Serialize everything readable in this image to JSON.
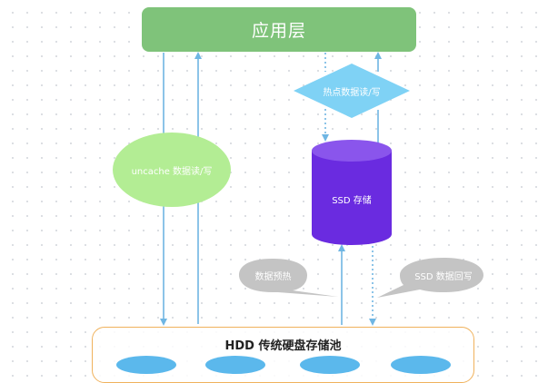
{
  "app_layer": {
    "label": "应用层",
    "color": "#7fc37a"
  },
  "hot_data": {
    "label": "热点数据读/写",
    "color": "#7fd2f5"
  },
  "uncache": {
    "label": "uncache 数据读/写",
    "color": "#b3ed94"
  },
  "ssd": {
    "label": "SSD 存储",
    "color": "#6a2be0"
  },
  "prefetch_bubble": {
    "label": "数据预热",
    "color": "#c4c4c4"
  },
  "writeback_bubble": {
    "label": "SSD 数据回写",
    "color": "#c4c4c4"
  },
  "hdd_pool": {
    "title": "HDD 传统硬盘存储池",
    "border_color": "#f0b25c",
    "disk_color": "#5bb8ec",
    "disk_count": 4
  },
  "arrow_color": "#6fb6e3"
}
